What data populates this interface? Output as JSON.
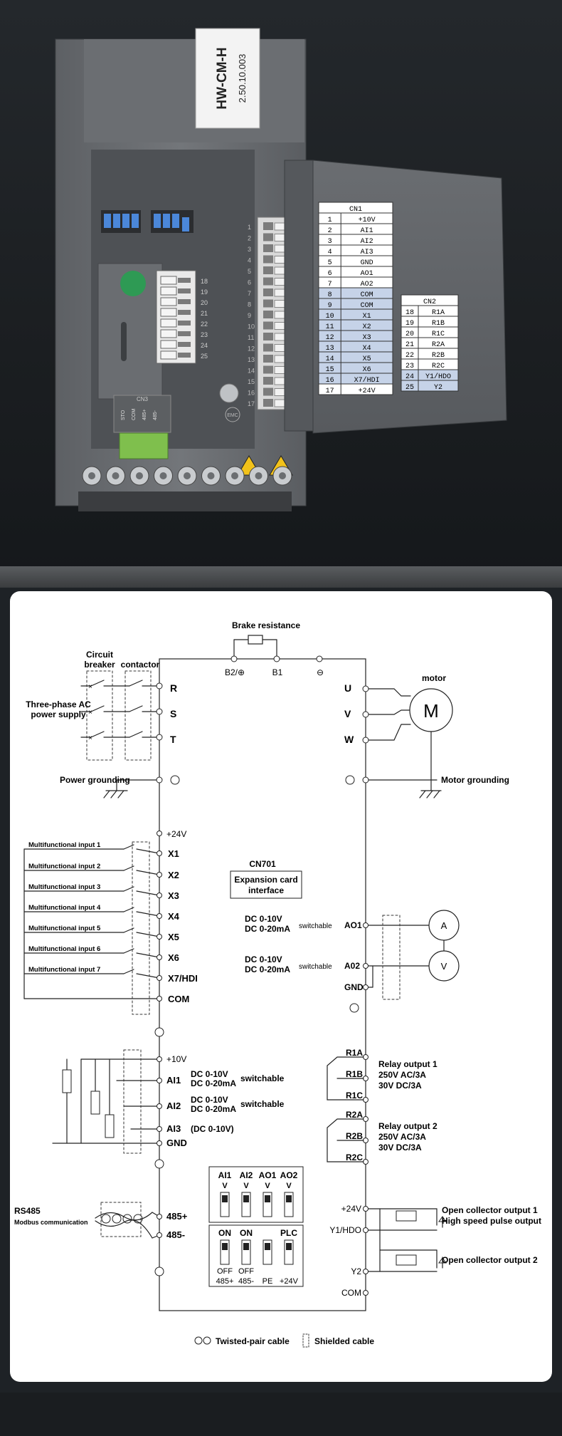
{
  "photo": {
    "label_title": "HW-CM-H",
    "label_version": "2.50.10.003",
    "cn3_title": "CN3",
    "cn3_pins": [
      "STO",
      "COM",
      "485+",
      "485-"
    ],
    "cn1": {
      "title": "CN1",
      "rows": [
        {
          "no": "1",
          "name": "+10V"
        },
        {
          "no": "2",
          "name": "AI1"
        },
        {
          "no": "3",
          "name": "AI2"
        },
        {
          "no": "4",
          "name": "AI3"
        },
        {
          "no": "5",
          "name": "GND"
        },
        {
          "no": "6",
          "name": "AO1"
        },
        {
          "no": "7",
          "name": "AO2"
        },
        {
          "no": "8",
          "name": "COM"
        },
        {
          "no": "9",
          "name": "COM"
        },
        {
          "no": "10",
          "name": "X1"
        },
        {
          "no": "11",
          "name": "X2"
        },
        {
          "no": "12",
          "name": "X3"
        },
        {
          "no": "13",
          "name": "X4"
        },
        {
          "no": "14",
          "name": "X5"
        },
        {
          "no": "15",
          "name": "X6"
        },
        {
          "no": "16",
          "name": "X7/HDI"
        },
        {
          "no": "17",
          "name": "+24V"
        }
      ]
    },
    "cn2": {
      "title": "CN2",
      "rows": [
        {
          "no": "18",
          "name": "R1A"
        },
        {
          "no": "19",
          "name": "R1B"
        },
        {
          "no": "20",
          "name": "R1C"
        },
        {
          "no": "21",
          "name": "R2A"
        },
        {
          "no": "22",
          "name": "R2B"
        },
        {
          "no": "23",
          "name": "R2C"
        },
        {
          "no": "24",
          "name": "Y1/HDO"
        },
        {
          "no": "25",
          "name": "Y2"
        }
      ]
    },
    "small_block_numbers": [
      "18",
      "19",
      "20",
      "21",
      "22",
      "23",
      "24",
      "25"
    ],
    "big_block_numbers": [
      "1",
      "2",
      "3",
      "4",
      "5",
      "6",
      "7",
      "8",
      "9",
      "10",
      "11",
      "12",
      "13",
      "14",
      "15",
      "16",
      "17"
    ],
    "emc_label": "EMC"
  },
  "diagram": {
    "brake_resistance": "Brake resistance",
    "b2": "B2/⊕",
    "b1": "B1",
    "minus": "⊖",
    "circuit_breaker": [
      "Circuit",
      "breaker"
    ],
    "contactor": "contactor",
    "three_phase": [
      "Three-phase AC",
      "power supply"
    ],
    "inputs_power": [
      "R",
      "S",
      "T"
    ],
    "outputs_motor": [
      "U",
      "V",
      "W"
    ],
    "motor_label": "motor",
    "motor_symbol": "M",
    "power_grounding": "Power grounding",
    "motor_grounding": "Motor grounding",
    "plus24": "+24V",
    "x_terminals": [
      "X1",
      "X2",
      "X3",
      "X4",
      "X5",
      "X6",
      "X7/HDI"
    ],
    "com": "COM",
    "multi_inputs": [
      "Multifunctional input 1",
      "Multifunctional input 2",
      "Multifunctional input 3",
      "Multifunctional input 4",
      "Multifunctional input 5",
      "Multifunctional input 6",
      "Multifunctional input 7"
    ],
    "cn701": "CN701",
    "expansion": [
      "Expansion card",
      "interface"
    ],
    "ao1_range": [
      "DC 0-10V",
      "DC 0-20mA"
    ],
    "ao2_range": [
      "DC 0-10V",
      "DC 0-20mA"
    ],
    "switchable": "switchable",
    "ao1": "AO1",
    "ao2": "A02",
    "gnd_right": "GND",
    "meter_a": "A",
    "meter_v": "V",
    "plus10": "+10V",
    "ai1": "AI1",
    "ai2": "AI2",
    "ai3": "AI3",
    "gnd_left": "GND",
    "ai1_range": [
      "DC 0-10V",
      "DC 0-20mA"
    ],
    "ai2_range": [
      "DC 0-10V",
      "DC 0-20mA"
    ],
    "ai3_range": "(DC 0-10V)",
    "relay1": {
      "pins": [
        "R1A",
        "R1B",
        "R1C"
      ],
      "text": [
        "Relay output 1",
        "250V AC/3A",
        "30V DC/3A"
      ]
    },
    "relay2": {
      "pins": [
        "R2A",
        "R2B",
        "R2C"
      ],
      "text": [
        "Relay output 2",
        "250V AC/3A",
        "30V DC/3A"
      ]
    },
    "switch_top_labels": [
      "AI1",
      "AI2",
      "AO1",
      "AO2"
    ],
    "switch_top_v": [
      "V",
      "V",
      "V",
      "V"
    ],
    "switch_bottom_on": [
      "ON",
      "ON",
      "",
      "PLC"
    ],
    "switch_bottom_off": [
      "OFF",
      "OFF"
    ],
    "switch_bottom_labels": [
      "485+",
      "485-",
      "PE",
      "+24V"
    ],
    "rs485": "RS485",
    "modbus": "Modbus communication",
    "p485": "485+",
    "m485": "485-",
    "plus24_right": "+24V",
    "y1hdo": "Y1/HDO",
    "y2": "Y2",
    "com_right": "COM",
    "oc1": [
      "Open collector output 1",
      "High speed pulse output"
    ],
    "oc2": "Open collector output 2",
    "legend_twisted": "Twisted-pair cable",
    "legend_shielded": "Shielded cable"
  }
}
